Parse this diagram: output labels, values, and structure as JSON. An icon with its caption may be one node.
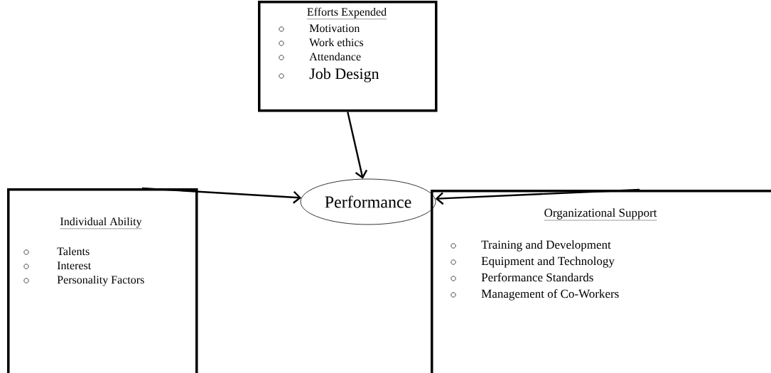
{
  "diagram": {
    "nodes": [
      {
        "text": [
          "Efforts Expended",
          "Motivation",
          "Work ethics",
          "Attendance",
          "Job Design"
        ]
      },
      {
        "text": [
          "Performance"
        ]
      },
      {
        "text": [
          "Individual Ability",
          "Talents",
          "Interest",
          "Personality Factors"
        ]
      },
      {
        "text": [
          "Organizational Support",
          "Training and Development",
          "Equipment and Technology",
          "Performance Standards",
          "Management of Co-Workers"
        ]
      }
    ],
    "edges": [
      {
        "from": 0,
        "to": 1,
        "arrow": "to"
      },
      {
        "from": 2,
        "to": 1,
        "arrow": "to"
      },
      {
        "from": 3,
        "to": 1,
        "arrow": "to"
      }
    ]
  }
}
